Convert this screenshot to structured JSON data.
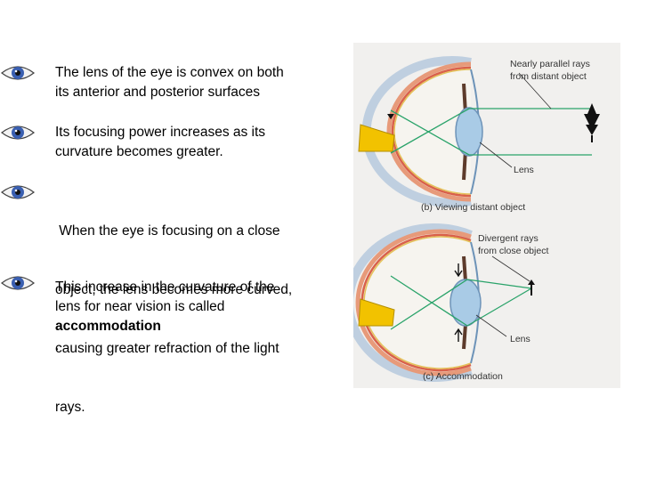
{
  "colors": {
    "iris_blue": "#3a5fb0",
    "ray_green": "#2aa36a",
    "optic_nerve": "#f2c200",
    "sclera_red": "#d9614a",
    "lens_blue": "#a9cbe6"
  },
  "bullets": [
    {
      "icon": "eye-icon",
      "lines": [
        "The lens of the eye is convex on both",
        "its anterior and posterior surfaces"
      ]
    },
    {
      "icon": "eye-icon",
      "lines": [
        "Its focusing power increases as its",
        "curvature becomes greater."
      ]
    },
    {
      "icon": "eye-icon",
      "lines": [
        " When the eye is focusing on a close",
        "object, the lens becomes more curved,",
        "causing greater refraction of the light",
        "rays."
      ]
    },
    {
      "icon": "eye-icon",
      "lines": [
        "This increase in the curvature of the",
        "lens for near vision is called"
      ],
      "bold": "accommodation",
      "tail": "."
    }
  ],
  "figure": {
    "top": {
      "label_rays_1": "Nearly parallel rays",
      "label_rays_2": "from distant object",
      "label_lens": "Lens",
      "caption": "(b) Viewing distant object"
    },
    "bottom": {
      "label_rays_1": "Divergent rays",
      "label_rays_2": "from close object",
      "label_lens": "Lens",
      "caption": "(c) Accommodation"
    }
  }
}
